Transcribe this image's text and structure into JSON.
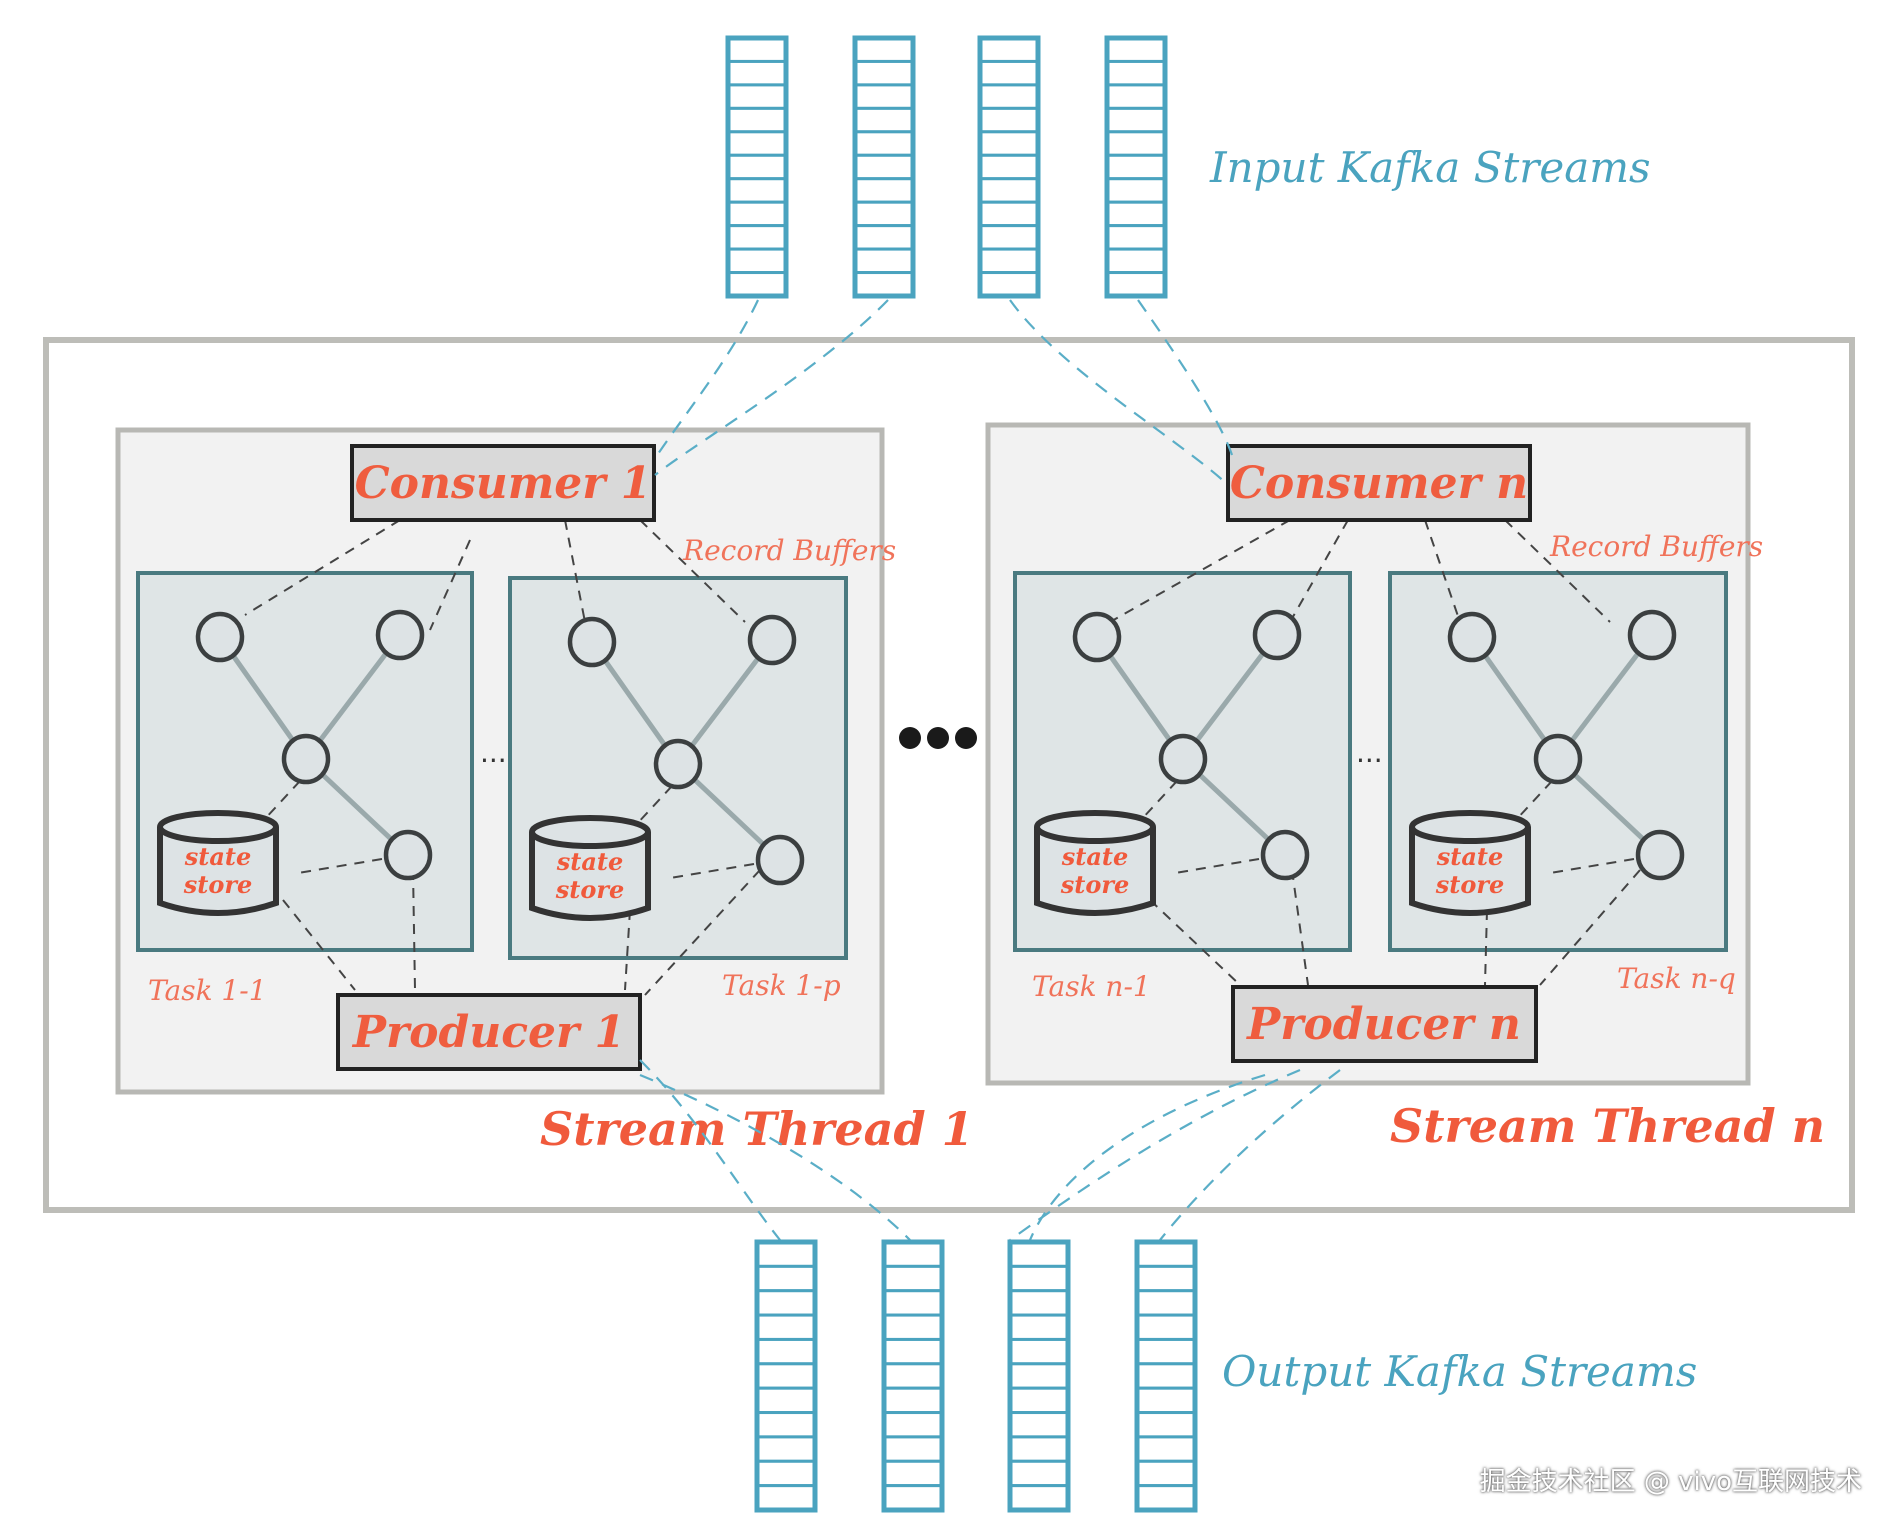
{
  "labels": {
    "input_streams": "Input Kafka Streams",
    "output_streams": "Output Kafka Streams",
    "record_buffers": "Record Buffers",
    "consumer_1": "Consumer 1",
    "consumer_n": "Consumer n",
    "producer_1": "Producer 1",
    "producer_n": "Producer n",
    "thread_1": "Stream Thread 1",
    "thread_n": "Stream Thread n",
    "task_1_1": "Task 1-1",
    "task_1_p": "Task 1-p",
    "task_n_1": "Task n-1",
    "task_n_q": "Task n-q",
    "state": "state",
    "store": "store",
    "ellipsis_small": "...",
    "ellipsis_big": "•••"
  },
  "watermark": "掘金技术社区 @ vivo互联网技术",
  "colors": {
    "kafka_blue": "#4aa3bf",
    "label_orange": "#f05a3c",
    "task_fill": "#dfe5e6"
  }
}
